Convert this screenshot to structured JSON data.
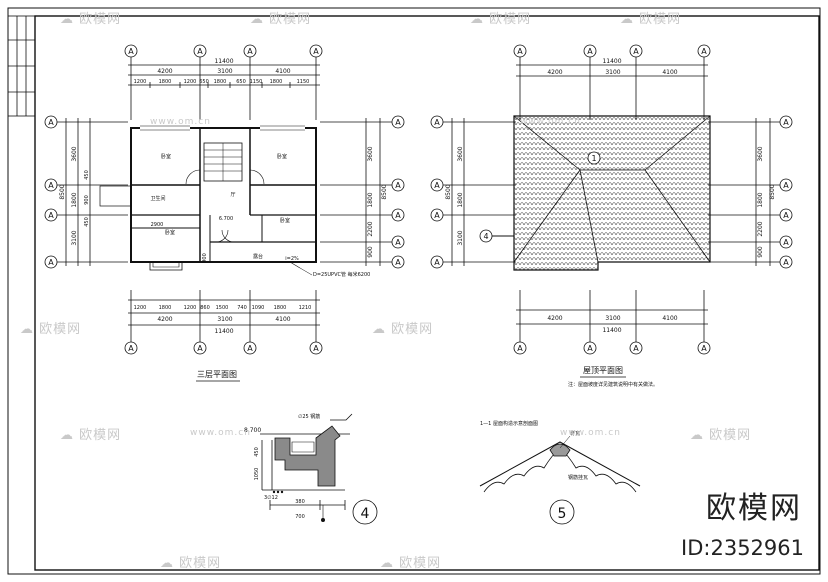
{
  "watermark": {
    "brand": "欧模网",
    "domain": "www.om.cn",
    "logo": "cloud-logo-icon"
  },
  "brand_logo": {
    "text": "欧模网",
    "id": "ID:2352961"
  },
  "floor_plan": {
    "title": "三层平面图",
    "top_total": "11400",
    "top_dims": [
      "4200",
      "3100",
      "4100"
    ],
    "top_sub": [
      "1200",
      "1800",
      "1200",
      "650",
      "1800",
      "650",
      "1150",
      "1800",
      "1150"
    ],
    "bottom_total": "11400",
    "bottom_dims": [
      "4200",
      "3100",
      "4100"
    ],
    "bottom_sub": [
      "1200",
      "1800",
      "1200",
      "860",
      "1500",
      "740",
      "1090",
      "1800",
      "1210"
    ],
    "left_total": "8500",
    "left_dims": [
      "3600",
      "1800",
      "3100"
    ],
    "left_sub": [
      "450",
      "900",
      "450"
    ],
    "right_total": "8500",
    "right_dims": [
      "3600",
      "1800",
      "2200",
      "900"
    ],
    "rooms": {
      "bedroom_left": "卧室",
      "bedroom_right": "卧室",
      "hall": "厅",
      "toilet": "卫生间",
      "kitchen": "卧室",
      "study": "卧室",
      "balcony": "露台"
    },
    "level": "6.700",
    "span_2900": "2900",
    "span_900": "900",
    "drain_note": "D=25UPVC管 每米6200",
    "slope": "i=2%",
    "axis_label": "A"
  },
  "roof_plan": {
    "title": "屋顶平面图",
    "note": "注：屋面坡度详见建筑说明中有关做法。",
    "top_total": "11400",
    "top_dims": [
      "4200",
      "3100",
      "4100"
    ],
    "bottom_total": "11400",
    "bottom_dims": [
      "4200",
      "3100",
      "4100"
    ],
    "left_total": "8500",
    "left_dims": [
      "3600",
      "1800",
      "3100"
    ],
    "right_total": "8500",
    "right_dims": [
      "3600",
      "1800",
      "2200",
      "900"
    ],
    "mark_1": "1",
    "mark_4": "4",
    "axis_label": "A"
  },
  "detail_4": {
    "number": "4",
    "level": "8.700",
    "dims": [
      "450",
      "1050",
      "380",
      "700"
    ],
    "annotation": "∅25 钢筋",
    "rebar": "3∅12"
  },
  "detail_5": {
    "number": "5",
    "title": "1—1  屋面构造示意剖面图",
    "label": "脊瓦",
    "label2": "钢筋挂瓦"
  }
}
